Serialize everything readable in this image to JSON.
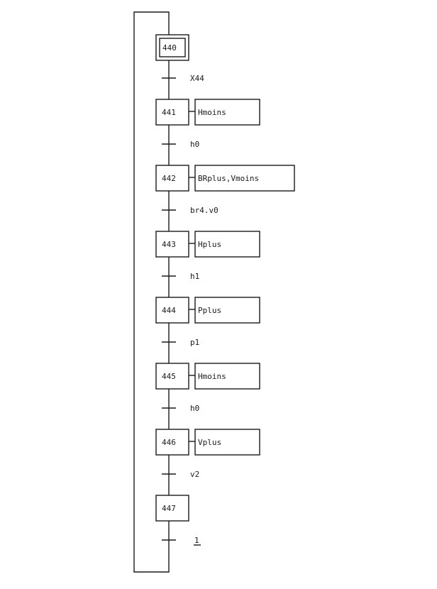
{
  "diagram": {
    "type": "grafcet",
    "initial_step": "440",
    "steps": [
      {
        "id": "440",
        "initial": true,
        "action": ""
      },
      {
        "id": "441",
        "initial": false,
        "action": "Hmoins"
      },
      {
        "id": "442",
        "initial": false,
        "action": "BRplus,Vmoins"
      },
      {
        "id": "443",
        "initial": false,
        "action": "Hplus"
      },
      {
        "id": "444",
        "initial": false,
        "action": "Pplus"
      },
      {
        "id": "445",
        "initial": false,
        "action": "Hmoins"
      },
      {
        "id": "446",
        "initial": false,
        "action": "Vplus"
      },
      {
        "id": "447",
        "initial": false,
        "action": ""
      }
    ],
    "transitions": [
      {
        "from": "440",
        "to": "441",
        "condition": "X44"
      },
      {
        "from": "441",
        "to": "442",
        "condition": "h0"
      },
      {
        "from": "442",
        "to": "443",
        "condition": "br4.v0"
      },
      {
        "from": "443",
        "to": "444",
        "condition": "h1"
      },
      {
        "from": "444",
        "to": "445",
        "condition": "p1"
      },
      {
        "from": "445",
        "to": "446",
        "condition": "h0"
      },
      {
        "from": "446",
        "to": "447",
        "condition": "v2"
      },
      {
        "from": "447",
        "to": "440",
        "condition": "1"
      }
    ]
  }
}
